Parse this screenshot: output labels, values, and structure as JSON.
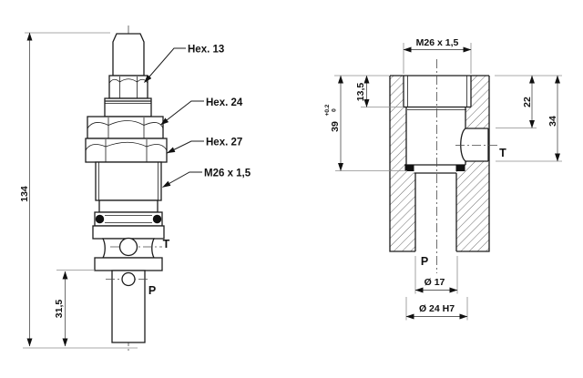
{
  "drawing": {
    "left_view": {
      "callouts": {
        "hex13": "Hex. 13",
        "hex24": "Hex. 24",
        "hex27": "Hex. 27",
        "thread": "M26 x 1,5"
      },
      "ports": {
        "t": "T",
        "p": "P"
      },
      "dims": {
        "overall": "134",
        "stem": "31,5"
      }
    },
    "right_view": {
      "dims": {
        "thread": "M26 x 1,5",
        "counterbore_depth": "13,5",
        "cavity_depth": "39",
        "cavity_depth_tol_up": "+0.2",
        "cavity_depth_tol_low": "0",
        "t_port_top": "22",
        "t_port_bottom": "34",
        "pilot_bore": "Ø 17",
        "main_bore": "Ø 24 H7"
      },
      "ports": {
        "t": "T",
        "p": "P"
      }
    }
  }
}
